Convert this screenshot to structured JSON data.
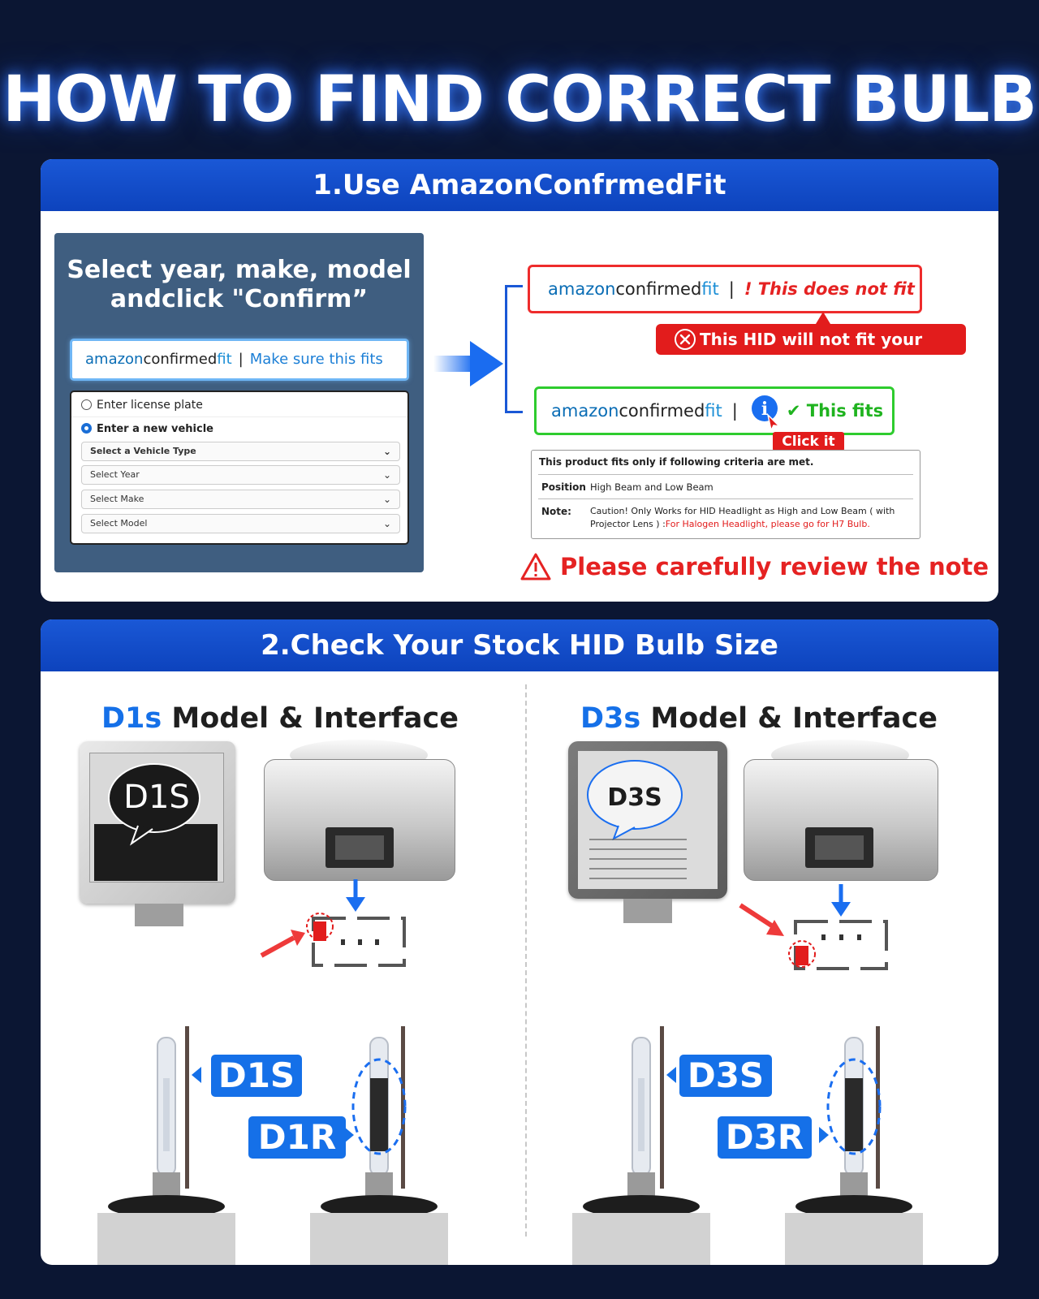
{
  "headline": "HOW TO FIND CORRECT BULB",
  "section1": {
    "title": "1.Use AmazonConfrmedFit",
    "left_panel": {
      "title_line1": "Select year, make, model",
      "title_line2": "andclick \"Confirm”",
      "confirmed_fit": {
        "amazon": "amazon",
        "confirmed": "confirmed",
        "fit": "fit",
        "separator": "|",
        "message": "Make sure this fits"
      },
      "radio_license": "Enter license plate",
      "radio_new": "Enter a new vehicle",
      "selects": [
        "Select a Vehicle Type",
        "Select Year",
        "Select Make",
        "Select Model"
      ]
    },
    "no_fit": {
      "amazon": "amazon",
      "confirmed": "confirmed",
      "fit": "fit",
      "separator": "|",
      "message": "! This does not fit",
      "tooltip": "This HID will not fit your vehicle"
    },
    "fits": {
      "amazon": "amazon",
      "confirmed": "confirmed",
      "fit": "fit",
      "separator": "|",
      "message": "This fits",
      "click": "Click it"
    },
    "criteria": {
      "header": "This product fits only if following criteria are met.",
      "position_label": "Position",
      "position_value": "High Beam and Low Beam",
      "note_label": "Note:",
      "note_line1": "Caution! Only Works for HID Headlight as High and Low Beam ( with",
      "note_line2": "Projector Lens ) :",
      "note_red": "For Halogen Headlight, please go for H7 Bulb."
    },
    "warning": "Please carefully review the note"
  },
  "section2": {
    "title": "2.Check Your Stock HID Bulb Size",
    "left": {
      "title_hl": "D1s",
      "title_rest": " Model & Interface",
      "label_model": "D1S",
      "tag_s": "D1S",
      "tag_r": "D1R"
    },
    "right": {
      "title_hl": "D3s",
      "title_rest": " Model & Interface",
      "label_model": "D3S",
      "tag_s": "D3S",
      "tag_r": "D3R"
    }
  },
  "colors": {
    "brand_blue": "#1570e8",
    "alert_red": "#e21c1c",
    "ok_green": "#1fb31f",
    "background": "#0b1633"
  }
}
